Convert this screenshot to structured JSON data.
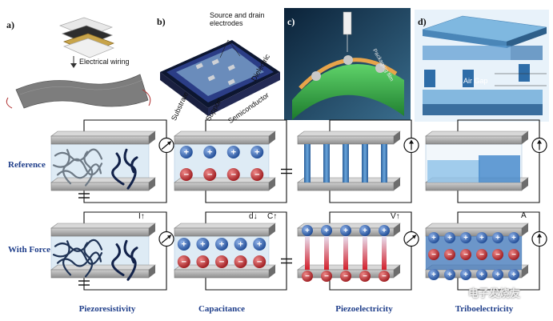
{
  "panels": {
    "a": {
      "label": "a)",
      "wiring_text": "Electrical wiring"
    },
    "b": {
      "label": "b)",
      "labels": {
        "source_drain": "Source and drain\nelectrodes",
        "dielectric": "Dielectric",
        "substrate": "Substrate",
        "support": "Support",
        "semiconductor": "Semiconductor"
      }
    },
    "c": {
      "label": "c)",
      "packaging_text": "Packaging film"
    },
    "d": {
      "label": "d)",
      "air_gap_text": "Air Gap"
    }
  },
  "rows": {
    "reference": "Reference",
    "with_force": "With Force"
  },
  "columns": [
    "Piezoresistivity",
    "Capacitance",
    "Piezoelectricity",
    "Triboelectricity"
  ],
  "force_annotations": {
    "current_symbol": "I",
    "current_arrow": "↑",
    "distance_symbol": "d",
    "distance_arrow": "↓",
    "capacitance_symbol": "C",
    "capacitance_arrow": "↑",
    "voltage_symbol": "V",
    "voltage_arrow": "↑",
    "ampere_symbol": "A"
  },
  "charge_signs": {
    "positive": "+",
    "negative": "−"
  },
  "watermark": "电子发烧友",
  "colors": {
    "label_blue": "#1f3e8a",
    "plate_gray": "#9a9a9a",
    "cell_fill": "#dbe9f4",
    "positive_ball": "#2b5aa8",
    "negative_ball": "#c0262a",
    "pillar_blue": "#3a78b8",
    "background_top_c": "#1a3a5c",
    "background_top_d": "#6aa9d8"
  }
}
